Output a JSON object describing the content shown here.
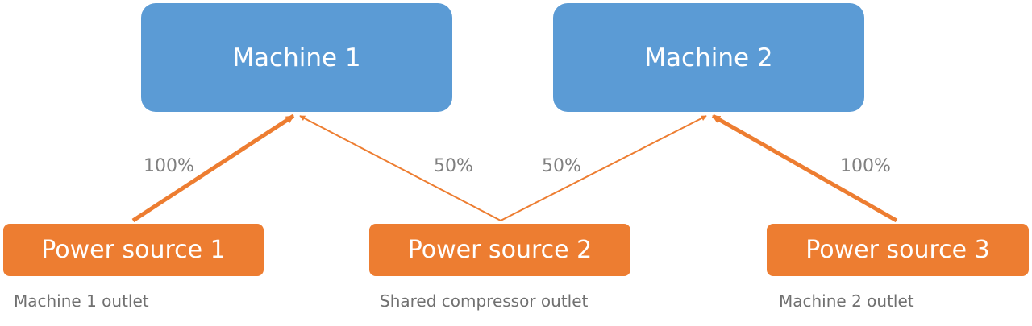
{
  "machines": [
    {
      "label": "Machine 1"
    },
    {
      "label": "Machine 2"
    }
  ],
  "sources": [
    {
      "label": "Power source 1",
      "caption": "Machine 1 outlet"
    },
    {
      "label": "Power source 2",
      "caption": "Shared compressor outlet"
    },
    {
      "label": "Power source 3",
      "caption": "Machine 2 outlet"
    }
  ],
  "connections": [
    {
      "from": "Power source 1",
      "to": "Machine 1",
      "label": "100%",
      "weight": "thick"
    },
    {
      "from": "Power source 2",
      "to": "Machine 1",
      "label": "50%",
      "weight": "thin"
    },
    {
      "from": "Power source 2",
      "to": "Machine 2",
      "label": "50%",
      "weight": "thin"
    },
    {
      "from": "Power source 3",
      "to": "Machine 2",
      "label": "100%",
      "weight": "thick"
    }
  ],
  "colors": {
    "machine": "#5b9bd5",
    "source": "#ed7d31",
    "arrow": "#ed7d31",
    "label": "#808080"
  }
}
